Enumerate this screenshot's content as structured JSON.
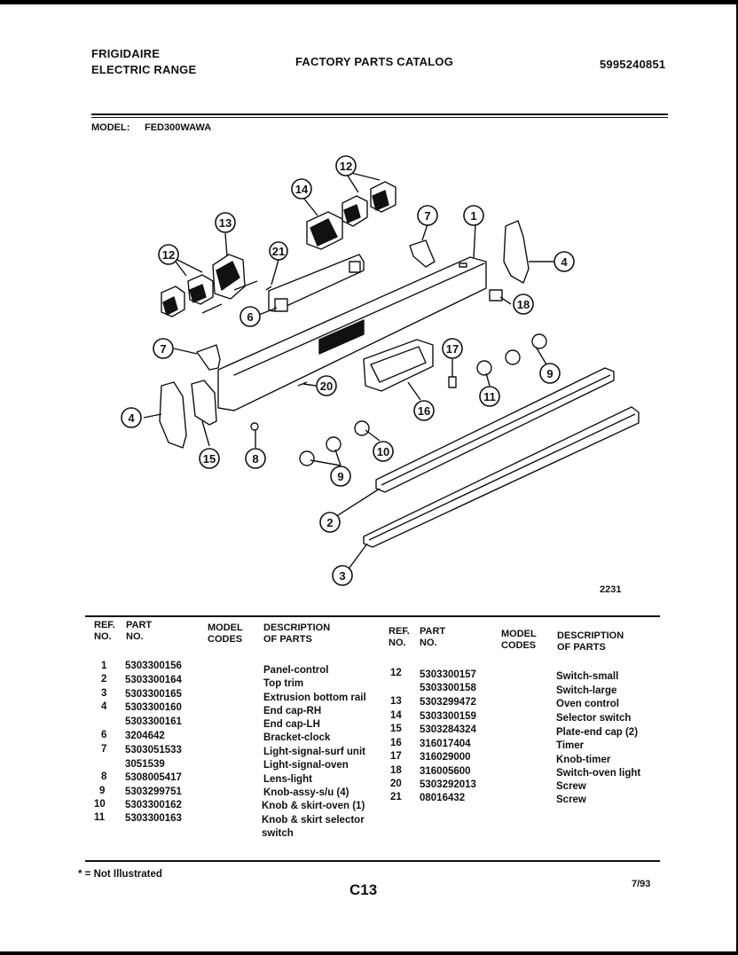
{
  "header": {
    "brand": "FRIGIDAIRE",
    "product": "ELECTRIC RANGE",
    "catalog_title": "FACTORY PARTS CATALOG",
    "catalog_number": "5995240851",
    "model_label": "MODEL:",
    "model_value": "FED300WAWA"
  },
  "diagram": {
    "figure_number": "2231",
    "callouts": [
      "1",
      "2",
      "3",
      "4",
      "4",
      "6",
      "7",
      "7",
      "8",
      "9",
      "9",
      "10",
      "11",
      "12",
      "12",
      "13",
      "14",
      "15",
      "16",
      "17",
      "18",
      "20",
      "21"
    ]
  },
  "table": {
    "headers": {
      "ref_no": [
        "REF.",
        "NO."
      ],
      "part_no": [
        "PART",
        "NO."
      ],
      "model_codes": [
        "MODEL",
        "CODES"
      ],
      "description": [
        "DESCRIPTION",
        "OF PARTS"
      ]
    },
    "left_rows": [
      {
        "ref": "1",
        "part": "5303300156",
        "desc": "Panel-control"
      },
      {
        "ref": "2",
        "part": "5303300164",
        "desc": "Top trim"
      },
      {
        "ref": "3",
        "part": "5303300165",
        "desc": "Extrusion bottom rail"
      },
      {
        "ref": "4",
        "part": "5303300160",
        "desc": "End cap-RH"
      },
      {
        "ref": "",
        "part": "5303300161",
        "desc": "End cap-LH"
      },
      {
        "ref": "6",
        "part": "3204642",
        "desc": "Bracket-clock"
      },
      {
        "ref": "7",
        "part": "5303051533",
        "desc": "Light-signal-surf unit"
      },
      {
        "ref": "",
        "part": "3051539",
        "desc": "Light-signal-oven"
      },
      {
        "ref": "8",
        "part": "5308005417",
        "desc": "Lens-light"
      },
      {
        "ref": "9",
        "part": "5303299751",
        "desc": "Knob-assy-s/u (4)"
      },
      {
        "ref": "10",
        "part": "5303300162",
        "desc": "Knob & skirt-oven (1)"
      },
      {
        "ref": "11",
        "part": "5303300163",
        "desc": "Knob & skirt selector"
      },
      {
        "ref": "",
        "part": "",
        "desc": "switch"
      }
    ],
    "right_rows": [
      {
        "ref": "12",
        "part": "5303300157",
        "desc": "Switch-small"
      },
      {
        "ref": "",
        "part": "5303300158",
        "desc": "Switch-large"
      },
      {
        "ref": "13",
        "part": "5303299472",
        "desc": "Oven control"
      },
      {
        "ref": "14",
        "part": "5303300159",
        "desc": "Selector switch"
      },
      {
        "ref": "15",
        "part": "5303284324",
        "desc": "Plate-end cap (2)"
      },
      {
        "ref": "16",
        "part": "316017404",
        "desc": "Timer"
      },
      {
        "ref": "17",
        "part": "316029000",
        "desc": "Knob-timer"
      },
      {
        "ref": "18",
        "part": "316005600",
        "desc": "Switch-oven light"
      },
      {
        "ref": "20",
        "part": "5303292013",
        "desc": "Screw"
      },
      {
        "ref": "21",
        "part": "08016432",
        "desc": "Screw"
      }
    ]
  },
  "footer": {
    "note": "* = Not Illustrated",
    "page_code": "C13",
    "date": "7/93"
  }
}
